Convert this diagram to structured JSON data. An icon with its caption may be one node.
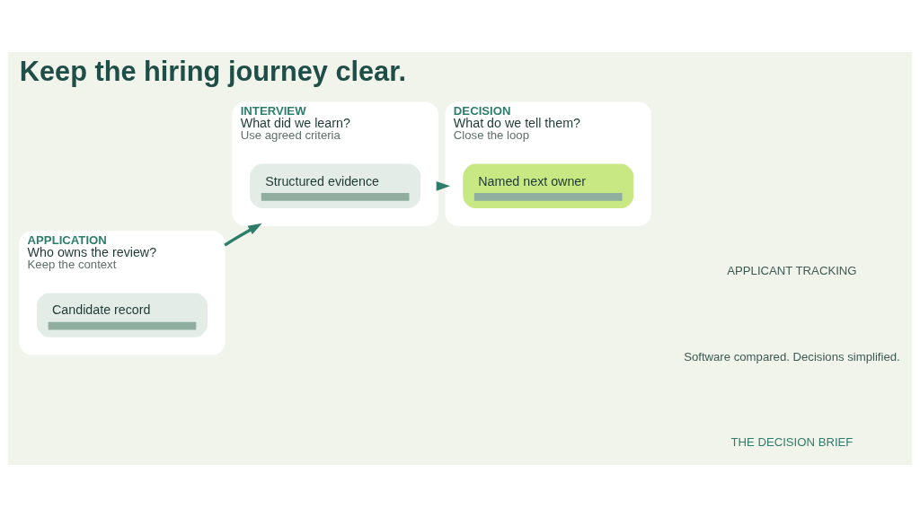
{
  "diagram": {
    "title": "Keep the hiring journey clear.",
    "nodes": [
      {
        "text": [
          "APPLICATION",
          "Who owns the review?",
          "Keep the context"
        ]
      },
      {
        "text": [
          "Candidate record"
        ],
        "in": 0
      },
      {
        "text": [
          "INTERVIEW",
          "What did we learn?",
          "Use agreed criteria"
        ]
      },
      {
        "text": [
          "Structured evidence"
        ],
        "in": 2
      },
      {
        "text": [
          "DECISION",
          "What do we tell them?",
          "Close the loop"
        ]
      },
      {
        "text": [
          "Named next owner"
        ],
        "in": 4
      }
    ],
    "edges": [
      {
        "from": 0,
        "to": 2,
        "arrow": "to"
      },
      {
        "from": 2,
        "to": 4,
        "arrow": "to"
      }
    ],
    "labels": [
      "APPLICANT TRACKING",
      "Software compared. Decisions simplified.",
      "THE DECISION BRIEF"
    ]
  }
}
